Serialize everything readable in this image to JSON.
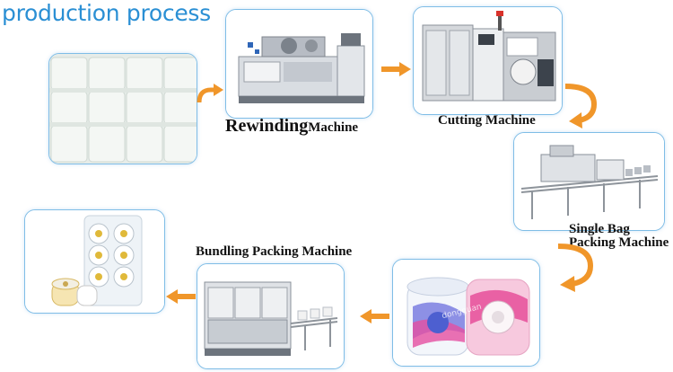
{
  "header": {
    "title": "production process"
  },
  "steps": [
    {
      "id": "raw-paper",
      "label": ""
    },
    {
      "id": "rewinding",
      "label_big": "Rewinding",
      "label_small": "Machine"
    },
    {
      "id": "cutting",
      "label": "Cutting Machine"
    },
    {
      "id": "single-bag",
      "label_line1": "Single Bag",
      "label_line2": "Packing Machine"
    },
    {
      "id": "rolls",
      "label": "",
      "watermark": "dongguan"
    },
    {
      "id": "bundling",
      "label": "Bundling Packing Machine"
    },
    {
      "id": "bundle-product",
      "label": ""
    }
  ],
  "colors": {
    "title": "#2a8fd4",
    "arrow": "#f0962a",
    "border": "#7fbde6"
  }
}
